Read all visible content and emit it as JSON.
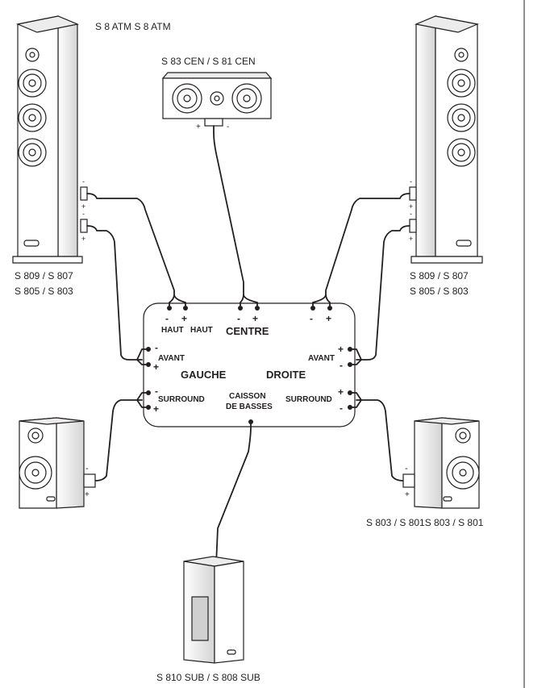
{
  "colors": {
    "line": "#231f20",
    "speaker_fill": "#ffffff",
    "speaker_shade": "#d9d9d9",
    "panel_fill": "#ffffff"
  },
  "speakers": {
    "atmos_label": "S 8 ATM S 8 ATM",
    "center_label": "S 83 CEN / S 81 CEN",
    "front_left_label_1": "S 809 / S 807",
    "front_left_label_2": "S 805 / S 803",
    "front_right_label_1": "S 809 / S 807",
    "front_right_label_2": "S 805 / S 803",
    "surround_right_label": "S 803 / S 801S 803 / S 801",
    "sub_label": "S 810 SUB / S 808 SUB"
  },
  "receiver": {
    "haut_left": "HAUT",
    "haut_right": "HAUT",
    "centre": "CENTRE",
    "avant_left": "AVANT",
    "avant_right": "AVANT",
    "gauche": "GAUCHE",
    "droite": "DROITE",
    "surround_left": "SURROUND",
    "surround_right": "SURROUND",
    "caisson_line1": "CAISSON",
    "caisson_line2": "DE BASSES"
  },
  "polarity": {
    "minus": "-",
    "plus": "+"
  }
}
